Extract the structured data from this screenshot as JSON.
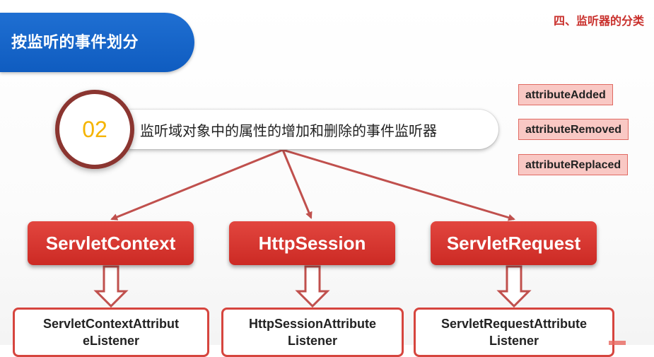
{
  "banner": {
    "title": "按监听的事件划分"
  },
  "section_heading": "四、监听器的分类",
  "item": {
    "number": "02",
    "description": "监听域对象中的属性的增加和删除的事件监听器"
  },
  "event_tags": [
    "attributeAdded",
    "attributeRemoved",
    "attributeReplaced"
  ],
  "scope_objects": [
    "ServletContext",
    "HttpSession",
    "ServletRequest"
  ],
  "listeners": [
    {
      "line1": "ServletContextAttribut",
      "line2": "eListener"
    },
    {
      "line1": "HttpSessionAttribute",
      "line2": "Listener"
    },
    {
      "line1": "ServletRequestAttribute",
      "line2": "Listener"
    }
  ],
  "colors": {
    "banner_blue": "#1565c8",
    "accent_red": "#d6453e",
    "tag_fill": "#f9c8c4",
    "number_yellow": "#f5b400",
    "ring_dark_red": "#8b3530"
  }
}
